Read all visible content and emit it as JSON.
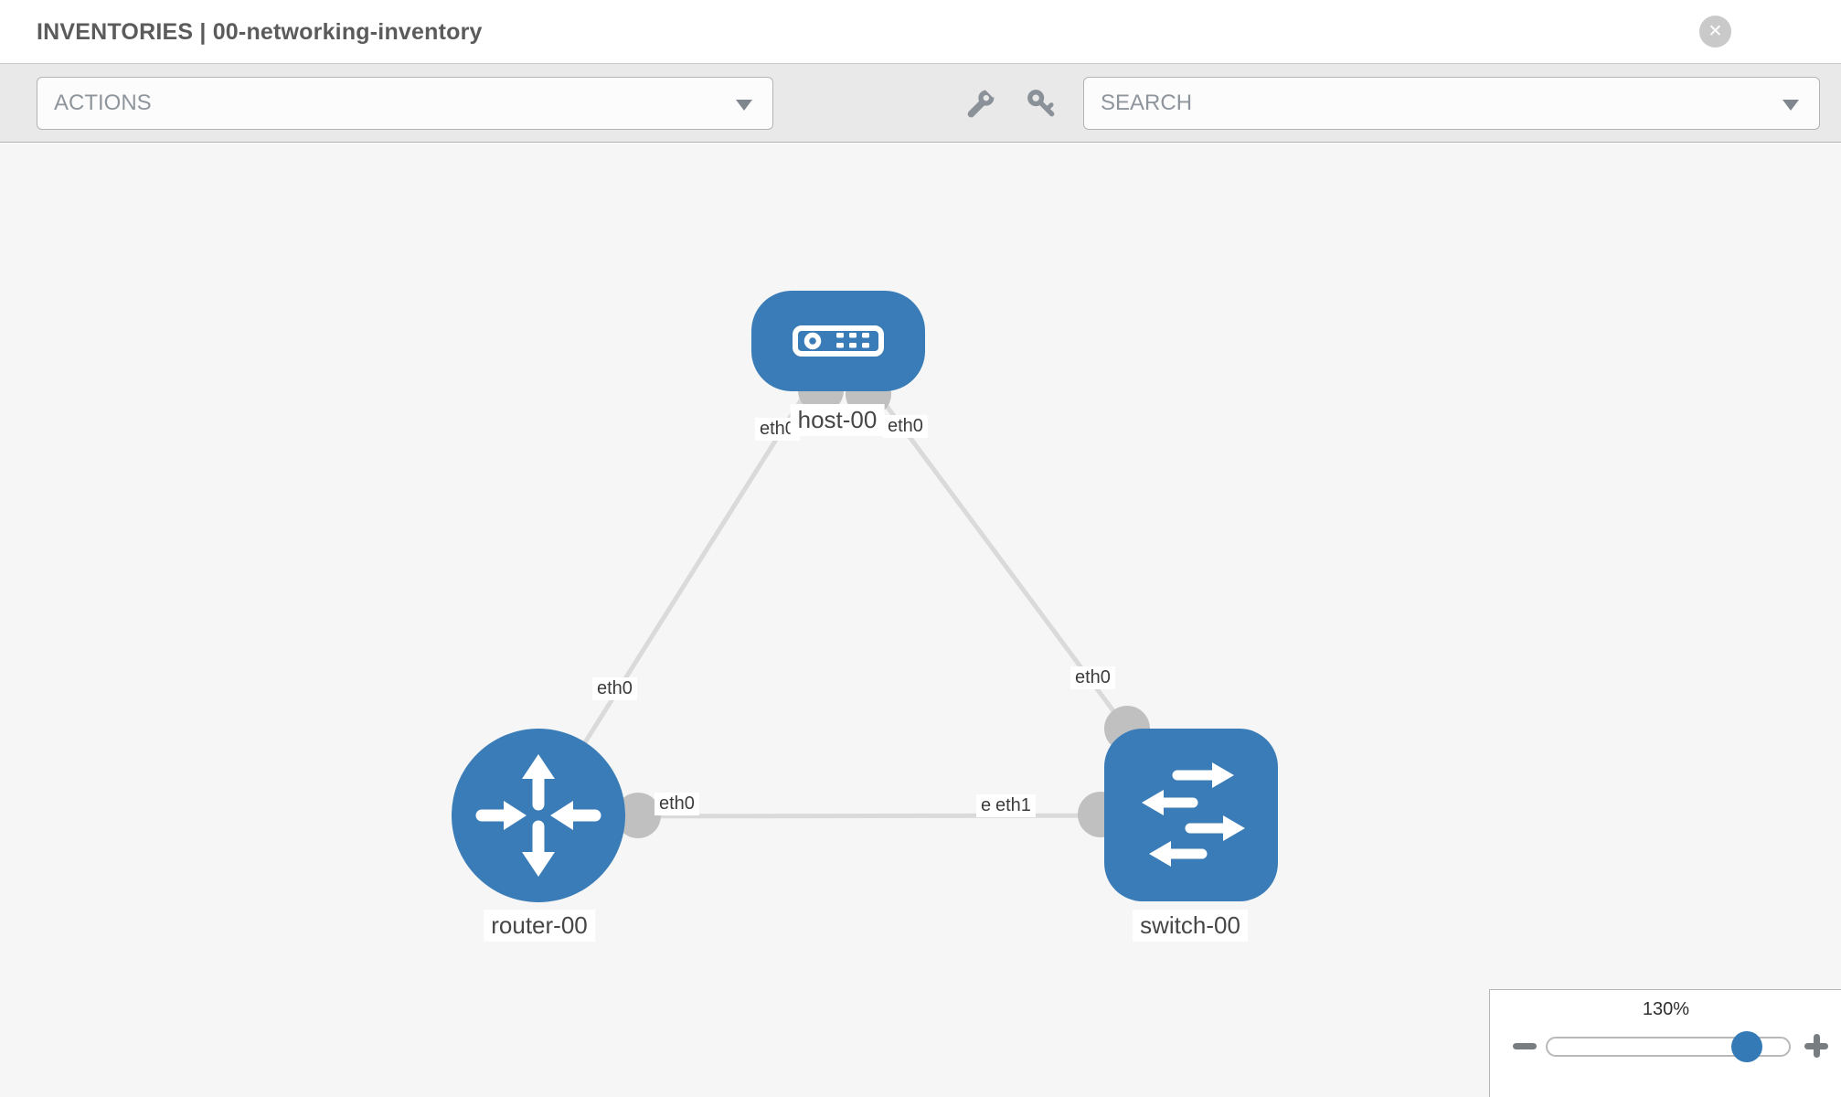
{
  "header": {
    "title": "INVENTORIES | 00-networking-inventory",
    "close_icon": "✕"
  },
  "toolbar": {
    "actions_label": "ACTIONS",
    "search_placeholder": "SEARCH",
    "icons": [
      "wrench-icon",
      "key-icon"
    ]
  },
  "diagram": {
    "nodes": [
      {
        "name": "host-00",
        "type": "host"
      },
      {
        "name": "router-00",
        "type": "router"
      },
      {
        "name": "switch-00",
        "type": "switch"
      }
    ],
    "node_labels": {
      "host": "host-00",
      "router": "router-00",
      "switch": "switch-00"
    },
    "iface_labels": {
      "host_to_router": "eth0",
      "host_to_switch": "eth0",
      "router_to_host": "eth0",
      "switch_to_host": "eth0",
      "router_to_switch": "eth0",
      "switch_to_router_under": "eth0",
      "switch_to_router": "eth1"
    },
    "links": [
      {
        "from": "host-00",
        "to": "router-00",
        "from_if": "eth0",
        "to_if": "eth0"
      },
      {
        "from": "host-00",
        "to": "switch-00",
        "from_if": "eth0",
        "to_if": "eth0"
      },
      {
        "from": "router-00",
        "to": "switch-00",
        "from_if": "eth0",
        "to_if": "eth1"
      }
    ]
  },
  "zoom_control": {
    "level": "130%",
    "percent": 130,
    "minus_icon": "minus",
    "plus_icon": "plus"
  },
  "colors": {
    "node_blue": "#3a7cb7",
    "link_gray": "#dadada",
    "connector_gray": "#c0c0c0",
    "toolbar_bg": "#e9e9e9",
    "canvas_bg": "#f6f6f6"
  }
}
